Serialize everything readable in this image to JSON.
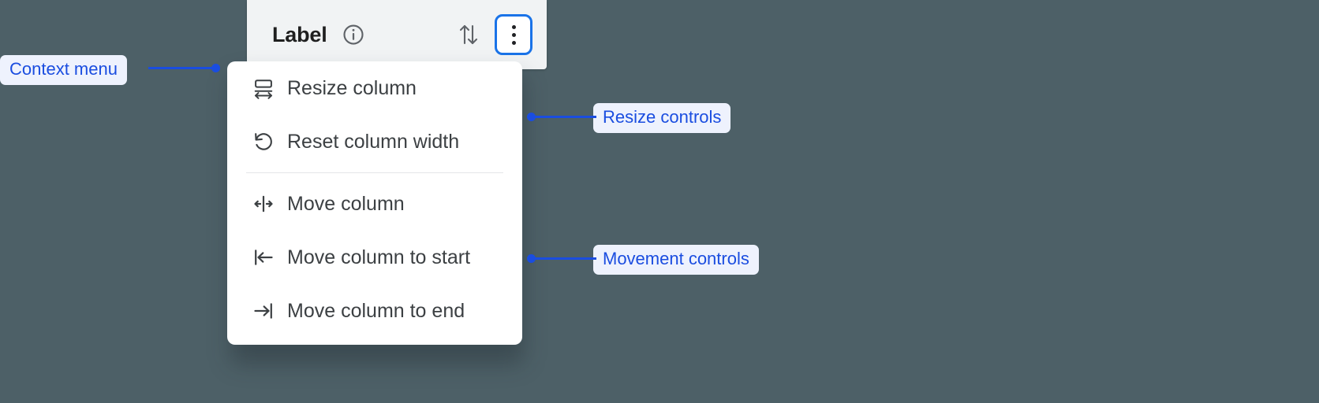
{
  "colors": {
    "background": "#4d6067",
    "header_card": "#f1f3f4",
    "menu_surface": "#ffffff",
    "accent_blue": "#1a73e8",
    "annotation_blue": "#1a4de0",
    "annotation_pill_bg": "#eef2fd",
    "menu_text": "#3c4043",
    "title_text": "#1f1f1f"
  },
  "header": {
    "title": "Label",
    "info_icon": "info-circle-icon",
    "sort_icon": "sort-arrows-icon",
    "overflow_icon": "kebab-more-vert-icon",
    "overflow_focused": true
  },
  "context_menu": {
    "groups": [
      {
        "name": "resize",
        "items": [
          {
            "icon": "resize-column-icon",
            "label": "Resize column"
          },
          {
            "icon": "reset-width-undo-icon",
            "label": "Reset column width"
          }
        ]
      },
      {
        "name": "movement",
        "items": [
          {
            "icon": "move-column-icon",
            "label": "Move column"
          },
          {
            "icon": "move-to-start-icon",
            "label": "Move column to start"
          },
          {
            "icon": "move-to-end-icon",
            "label": "Move column to end"
          }
        ]
      }
    ]
  },
  "annotations": [
    {
      "id": "context",
      "label": "Context menu"
    },
    {
      "id": "resize",
      "label": "Resize controls"
    },
    {
      "id": "movement",
      "label": "Movement controls"
    }
  ]
}
